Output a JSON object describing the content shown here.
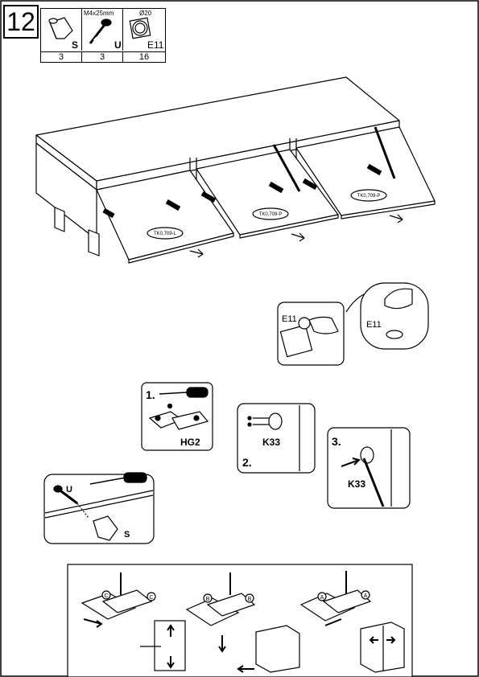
{
  "step": {
    "number": "12"
  },
  "parts": [
    {
      "code": "S",
      "size": "",
      "qty": "3",
      "icon": "knob-icon"
    },
    {
      "code": "U",
      "size": "M4x25mm",
      "qty": "3",
      "icon": "screw-icon"
    },
    {
      "code": "E11",
      "size": "Ø20",
      "qty": "16",
      "icon": "cover-cap-icon"
    }
  ],
  "cabinet": {
    "panel_labels": [
      "TK0,709-L",
      "TK0,709-P",
      "TK0,709-P"
    ]
  },
  "details": {
    "cap_left_label": "E11",
    "cap_right_label": "E11",
    "hinge_step_number": "1.",
    "hinge_label": "HG2",
    "stay_step2_number": "2.",
    "stay_step2_label": "K33",
    "stay_step3_number": "3.",
    "stay_step3_label": "K33",
    "knob_screw_label": "U",
    "knob_label": "S"
  },
  "adjust_panel": {
    "circle_labels": [
      "C",
      "C",
      "B",
      "B",
      "A",
      "A"
    ]
  },
  "colors": {
    "line": "#000000",
    "background": "#ffffff"
  }
}
